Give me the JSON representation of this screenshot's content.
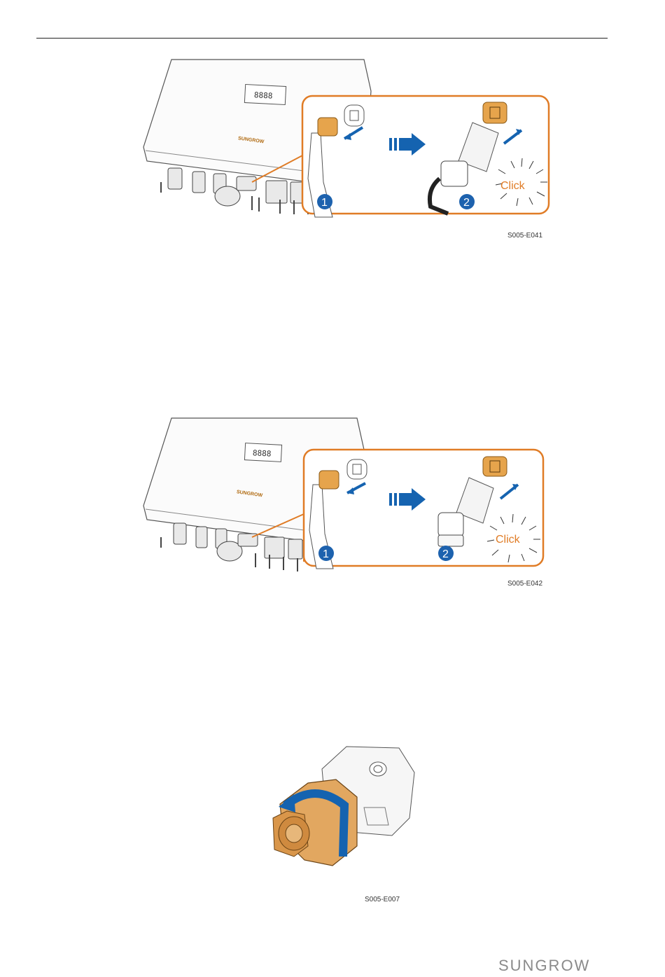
{
  "figures": [
    {
      "caption": "S005-E041",
      "click_label": "Click",
      "brand": "SUNGROW",
      "display": "8888",
      "step1": "1",
      "step2": "2"
    },
    {
      "caption": "S005-E042",
      "click_label": "Click",
      "brand": "SUNGROW",
      "display": "8888",
      "step1": "1",
      "step2": "2"
    },
    {
      "caption": "S005-E007"
    }
  ],
  "footer": {
    "logo": "SUNGROW"
  },
  "colors": {
    "accent": "#e07c26",
    "step_blue": "#1d62ae",
    "arrow_blue": "#1563b0",
    "connector_orange": "#e6a44c"
  }
}
